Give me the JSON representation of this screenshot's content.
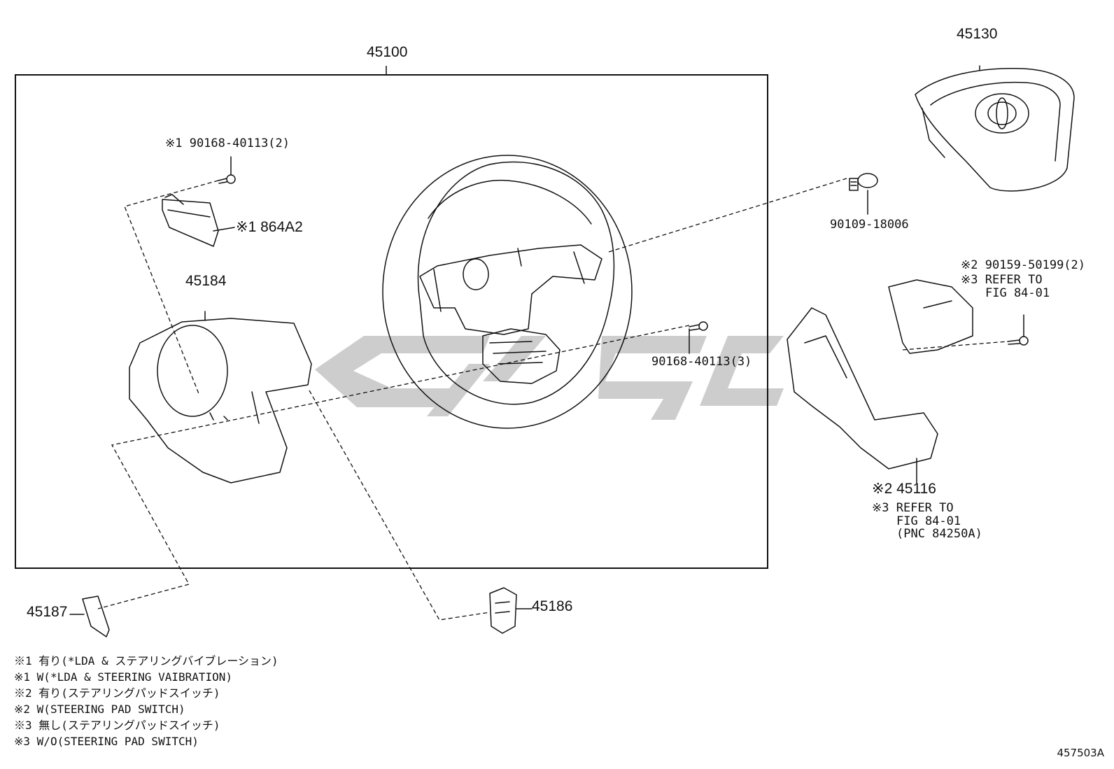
{
  "callouts": {
    "assembly": "45100",
    "pad": "45130",
    "screw_pad": "90109-18006",
    "bolt_sensor": "※1 90168-40113(2)",
    "sensor": "※1 864A2",
    "cover_lower": "45184",
    "screw_lower": "90168-40113(3)",
    "switch_screw_l1": "※2 90159-50199(2)",
    "switch_screw_l2": "※3 REFER TO",
    "switch_screw_l3": "FIG 84-01",
    "switch_l1": "※2 45116",
    "switch_l2": "※3 REFER TO",
    "switch_l3": "FIG 84-01",
    "switch_l4": "(PNC 84250A)",
    "cover_left": "45187",
    "cover_right": "45186"
  },
  "notes": [
    "※1 有り(*LDA & ステアリングバイブレーション)",
    "※1 W(*LDA & STEERING VAIBRATION)",
    "※2 有り(ステアリングパッドスイッチ)",
    "※2 W(STEERING PAD SWITCH)",
    "※3 無し(ステアリングパッドスイッチ)",
    "※3 W/O(STEERING PAD SWITCH)"
  ],
  "figure_id": "457503A",
  "colors": {
    "line": "#111111",
    "watermark": "#c8c8c8"
  }
}
